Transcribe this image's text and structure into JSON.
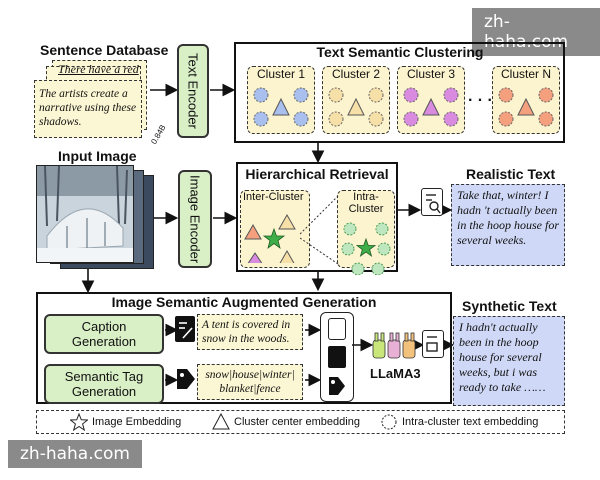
{
  "watermarks": {
    "top": "zh-haha.com",
    "bottom": "zh-haha.com"
  },
  "sentence_database": {
    "title": "Sentence Database",
    "card_back": "There have a red",
    "card_front": "The artists create a narrative using these shadows.",
    "size_label": "0.84B"
  },
  "text_encoder": {
    "label": "Text Encoder"
  },
  "text_semantic_clustering": {
    "title": "Text Semantic Clustering",
    "clusters": [
      "Cluster 1",
      "Cluster 2",
      "Cluster 3",
      "Cluster N"
    ],
    "ellipsis": "· · ·",
    "colors": {
      "c1": "#a9bfee",
      "c2": "#f6e0a8",
      "c3": "#d98be0",
      "cN": "#f4a07f"
    }
  },
  "input_image": {
    "title": "Input Image"
  },
  "image_encoder": {
    "label": "Image Encoder"
  },
  "hierarchical_retrieval": {
    "title": "Hierarchical  Retrieval",
    "inter_cluster": "Inter-Cluster",
    "intra_cluster": "Intra-Cluster"
  },
  "realistic_text": {
    "title": "Realistic Text",
    "body": "Take that, winter! I hadn 't actually been in the hoop house for several weeks."
  },
  "augmented_generation": {
    "title": "Image Semantic Augmented Generation",
    "caption_label": "Caption Generation",
    "caption_text": "A tent is covered in snow in the woods.",
    "tag_label": "Semantic Tag Generation",
    "tag_text": "snow|house|winter| blanket|fence",
    "llm": "LLaMA3"
  },
  "synthetic_text": {
    "title": "Synthetic Text",
    "body": "I hadn't actually been in the hoop house for several weeks, but i was ready to take ……"
  },
  "legend": {
    "star": "Image Embedding",
    "triangle": "Cluster center embedding",
    "circle": "Intra-cluster text embedding"
  },
  "colors": {
    "green": "#d9efc6",
    "yellow": "#fbf6d3",
    "blue": "#cfd8f6",
    "star": "#3fae49"
  }
}
